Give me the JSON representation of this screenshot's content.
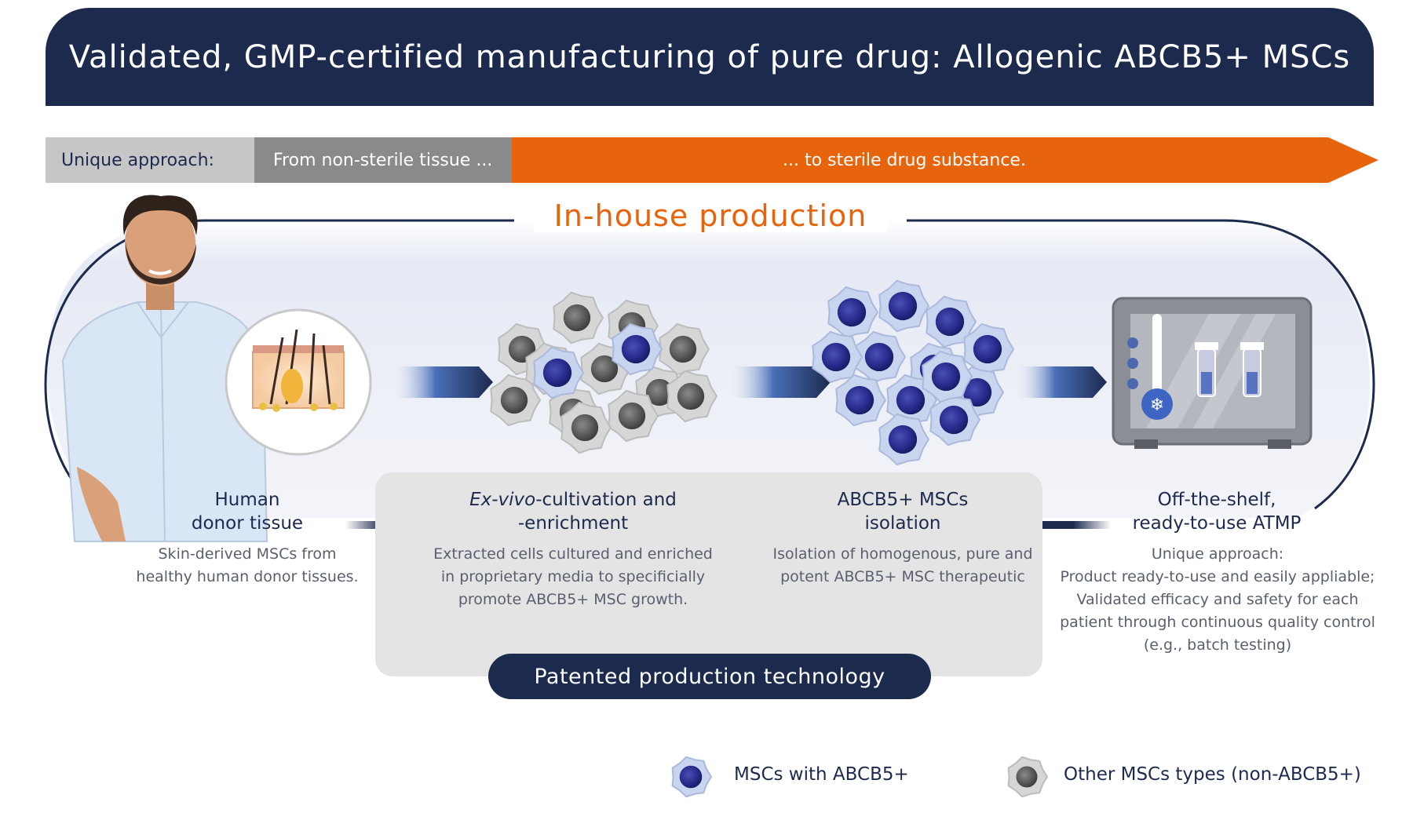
{
  "title": "Validated, GMP-certified manufacturing of pure drug: Allogenic ABCB5+ MSCs",
  "approach_bar": {
    "label": "Unique approach:",
    "from": "From non-sterile tissue ...",
    "to": "... to sterile drug substance."
  },
  "section_title": "In-house production",
  "steps": [
    {
      "title_line1": "Human",
      "title_line2": "donor tissue",
      "desc": [
        "Skin-derived MSCs from",
        "healthy human donor tissues."
      ]
    },
    {
      "title_italic": "Ex-vivo",
      "title_line1_rest": "-cultivation and",
      "title_line2": "-enrichment",
      "desc": [
        "Extracted cells cultured and enriched",
        "in proprietary media to specificially",
        "promote ABCB5+ MSC growth."
      ]
    },
    {
      "title_line1": "ABCB5+ MSCs",
      "title_line2": "isolation",
      "desc": [
        "Isolation of homogenous, pure and",
        "potent ABCB5+ MSC therapeutic"
      ]
    },
    {
      "title_line1": "Off-the-shelf,",
      "title_line2": "ready-to-use ATMP",
      "desc": [
        "Unique approach:",
        "Product ready-to-use and easily appliable;",
        "Validated efficacy and safety for each",
        "patient through continuous quality control",
        "(e.g., batch testing)"
      ]
    }
  ],
  "patent_label": "Patented production technology",
  "legend": [
    {
      "label": "MSCs with ABCB5+",
      "icon": "abcb5-msc-cell-icon"
    },
    {
      "label": "Other MSCs types (non-ABCB5+)",
      "icon": "other-msc-cell-icon"
    }
  ],
  "colors": {
    "navy": "#1c2a4e",
    "orange": "#e8640c",
    "grey_light": "#c6c6c6",
    "grey_mid": "#8a8a8a",
    "panel": "#e4e4e4"
  }
}
